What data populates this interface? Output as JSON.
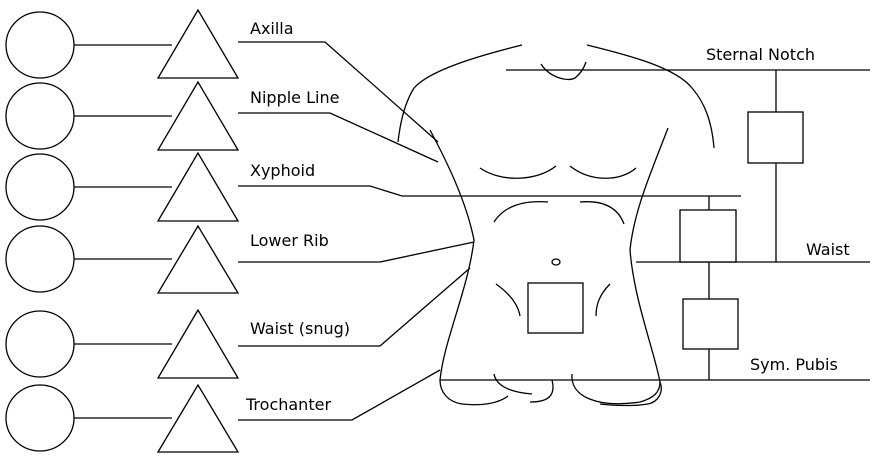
{
  "left_labels": [
    "Axilla",
    "Nipple Line",
    "Xyphoid",
    "Lower Rib",
    "Waist (snug)",
    "Trochanter"
  ],
  "right_labels": {
    "sternal_notch": "Sternal Notch",
    "waist": "Waist",
    "sym_pubis": "Sym. Pubis"
  },
  "colors": {
    "line": "#000000",
    "background": "#ffffff"
  }
}
